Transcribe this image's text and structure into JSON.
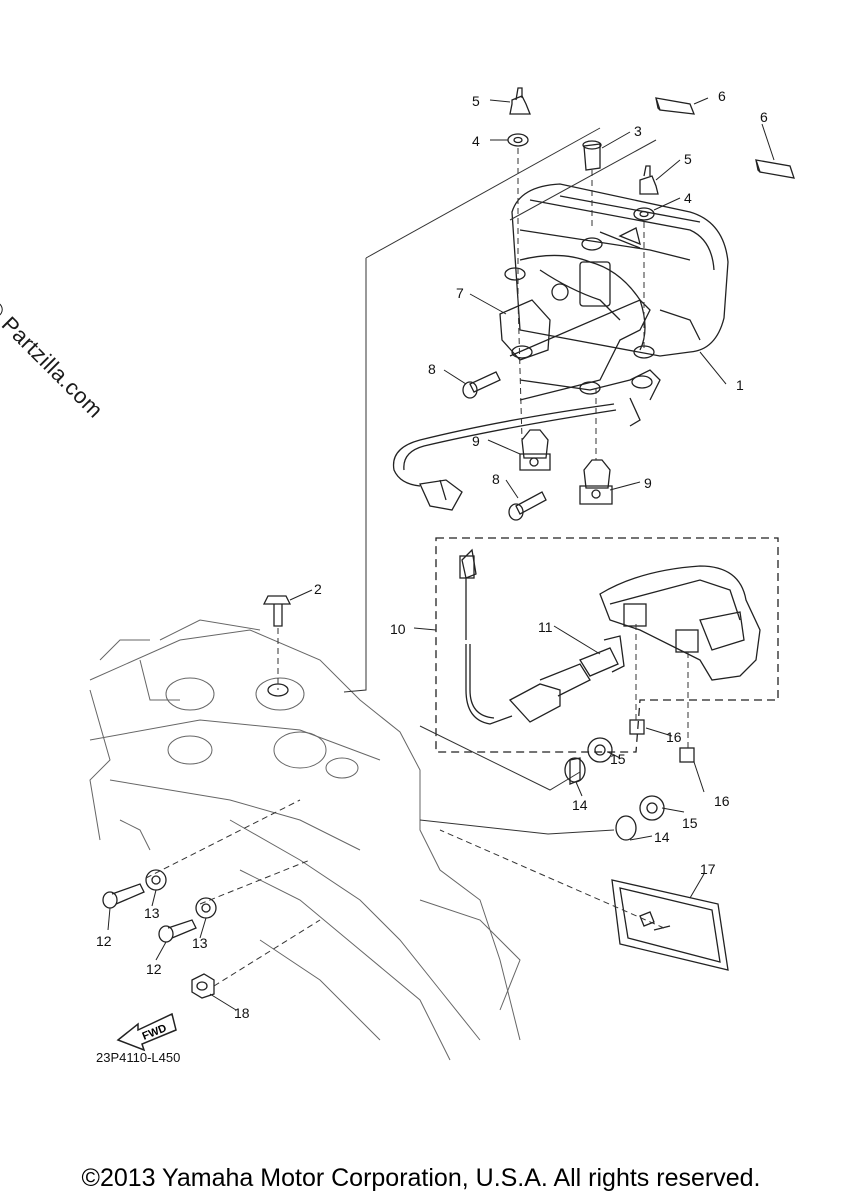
{
  "diagram": {
    "watermark": "© Partzilla.com",
    "diagram_code": "23P4110-L450",
    "copyright": "©2013 Yamaha Motor Corporation, U.S.A. All rights reserved.",
    "fwd_label": "FWD",
    "callouts": [
      "1",
      "2",
      "3",
      "4",
      "5",
      "6",
      "7",
      "8",
      "9",
      "10",
      "11",
      "12",
      "13",
      "14",
      "15",
      "16",
      "17",
      "18"
    ]
  }
}
